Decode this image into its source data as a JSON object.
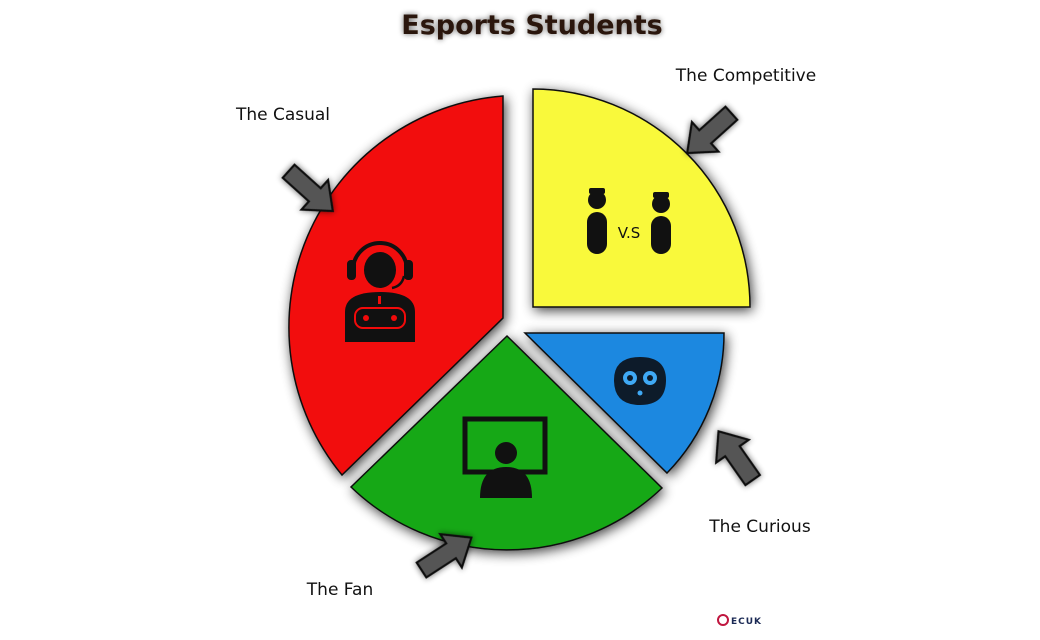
{
  "title": "Esports Students",
  "segments": [
    {
      "label": "The Casual",
      "color": "#f20a0a",
      "icon": "gamer-with-headset-and-controller-icon"
    },
    {
      "label": "The Competitive",
      "color": "#f9f93a",
      "icon": "versus-players-icon"
    },
    {
      "label": "The Curious",
      "color": "#1e88e0",
      "icon": "curious-face-icon"
    },
    {
      "label": "The Fan",
      "color": "#14a814",
      "icon": "viewer-at-screen-icon"
    }
  ],
  "versus_text": "V.S",
  "logo": {
    "text": "ECUK",
    "icon": "ecuk-logo-icon"
  }
}
